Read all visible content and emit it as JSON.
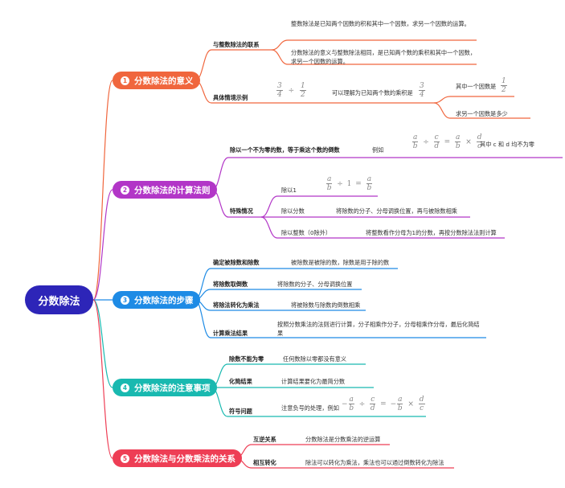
{
  "root": "分数除法",
  "branches": [
    {
      "num": "1",
      "label": "分数除法的意义",
      "color": "#f0663d"
    },
    {
      "num": "2",
      "label": "分数除法的计算法则",
      "color": "#b236c7"
    },
    {
      "num": "3",
      "label": "分数除法的步骤",
      "color": "#1e8be5"
    },
    {
      "num": "4",
      "label": "分数除法的注意事项",
      "color": "#19b9b0"
    },
    {
      "num": "5",
      "label": "分数除法与分数乘法的关系",
      "color": "#ee3e55"
    }
  ],
  "b1": {
    "c1": "与整数除法的联系",
    "c1_t1": "整数除法是已知两个因数的积和其中一个因数，求另一个因数的运算。",
    "c1_t2": "分数除法的意义与整数除法相同，是已知两个数的乘积和其中一个因数，求另一个因数的运算。",
    "c2": "具体情境示例",
    "ex": {
      "a": "3",
      "b": "4",
      "op": "÷",
      "c": "1",
      "d": "2"
    },
    "ex_text": "可以理解为已知两个数的乘积是",
    "ex_prod": {
      "a": "3",
      "b": "4"
    },
    "ex_g1": "其中一个因数是",
    "ex_g1_frac": {
      "a": "1",
      "b": "2"
    },
    "ex_g2": "求另一个因数是多少"
  },
  "b2": {
    "c1": "除以一个不为零的数，等于乘这个数的倒数",
    "c1_eg": "例如",
    "c1_formula": {
      "a": "a",
      "b": "b",
      "c": "c",
      "d": "d"
    },
    "c1_note": "其中 c 和 d 均不为零",
    "c2": "特殊情况",
    "s1": "除以1",
    "s1_formula": {
      "a": "a",
      "b": "b",
      "one": "1"
    },
    "s2": "除以分数",
    "s2_t": "将除数的分子、分母调换位置，再与被除数相乘",
    "s3": "除以整数（0除外）",
    "s3_t": "将整数看作分母为1的分数，再按分数除法法则计算"
  },
  "b3": {
    "c1": "确定被除数和除数",
    "c1_t": "被除数是被除的数，除数是用于除的数",
    "c2": "将除数取倒数",
    "c2_t": "将除数的分子、分母调换位置",
    "c3": "将除法转化为乘法",
    "c3_t": "将被除数与除数的倒数相乘",
    "c4": "计算乘法结果",
    "c4_t": "按照分数乘法的法则进行计算，分子相乘作分子，分母相乘作分母，最后化简结果"
  },
  "b4": {
    "c1": "除数不能为零",
    "c1_t": "任何数除以零都没有意义",
    "c2": "化简结果",
    "c2_t": "计算结果要化为最简分数",
    "c3": "符号问题",
    "c3_t": "注意负号的处理，例如",
    "c3_formula": {
      "a": "a",
      "b": "b",
      "c": "c",
      "d": "d"
    }
  },
  "b5": {
    "c1": "互逆关系",
    "c1_t": "分数除法是分数乘法的逆运算",
    "c2": "相互转化",
    "c2_t": "除法可以转化为乘法，乘法也可以通过倒数转化为除法"
  }
}
